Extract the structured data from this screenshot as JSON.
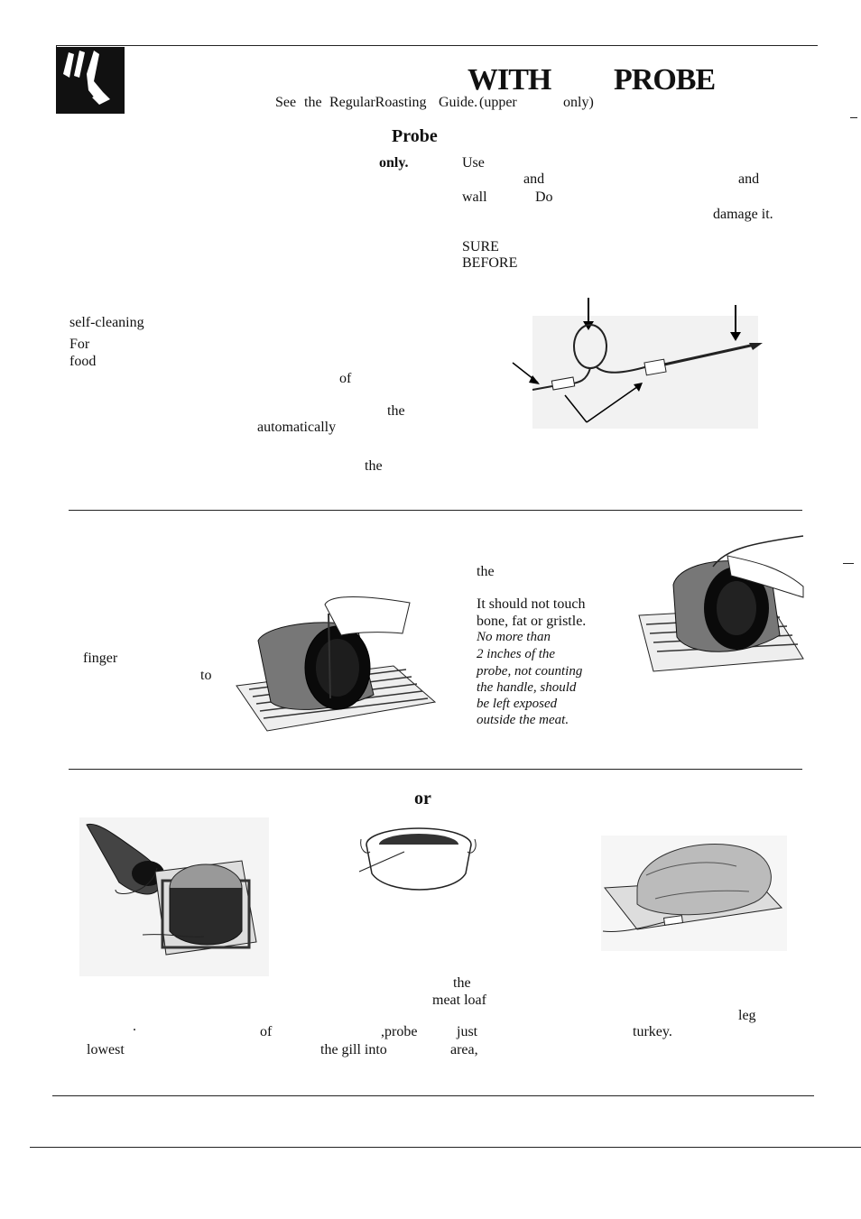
{
  "header": {
    "title_with": "WITH",
    "title_probe": "PROBE",
    "subtitle": {
      "see": "See",
      "the": "the",
      "guide": "RegularRoasting",
      "guide2": "Guide.",
      "upper": "(upper",
      "only": "only)"
    }
  },
  "intro": {
    "probe_heading": "Probe",
    "only": "only.",
    "use": "Use",
    "and1": "and",
    "and2": "and",
    "wall": "wall",
    "do": "Do",
    "damage": "damage it.",
    "sure": "SURE",
    "before": "BEFORE"
  },
  "left_col": {
    "self_cleaning": "self-cleaning",
    "for": "For",
    "food": "food",
    "of": "of",
    "the1": "the",
    "automatically": "automatically",
    "the2": "the"
  },
  "section2": {
    "the": "the",
    "finger": "finger",
    "to": "to",
    "caption_normal": [
      "It should not touch",
      "bone, fat or gristle."
    ],
    "caption_italic": [
      "No more than",
      "2 inches of the",
      "probe, not counting",
      "the handle, should",
      "be left exposed",
      "outside the meat."
    ]
  },
  "section3": {
    "or": "or",
    "the": "the",
    "meat_loaf": "meat loaf",
    "leg": "leg",
    "dot": ".",
    "of": "of",
    "probe": ",probe",
    "just": "just",
    "turkey": "turkey.",
    "lowest": "lowest",
    "the_gill_into": "the gill into",
    "area": "area,"
  },
  "icons": {
    "hand": "hand-pointing-icon"
  }
}
